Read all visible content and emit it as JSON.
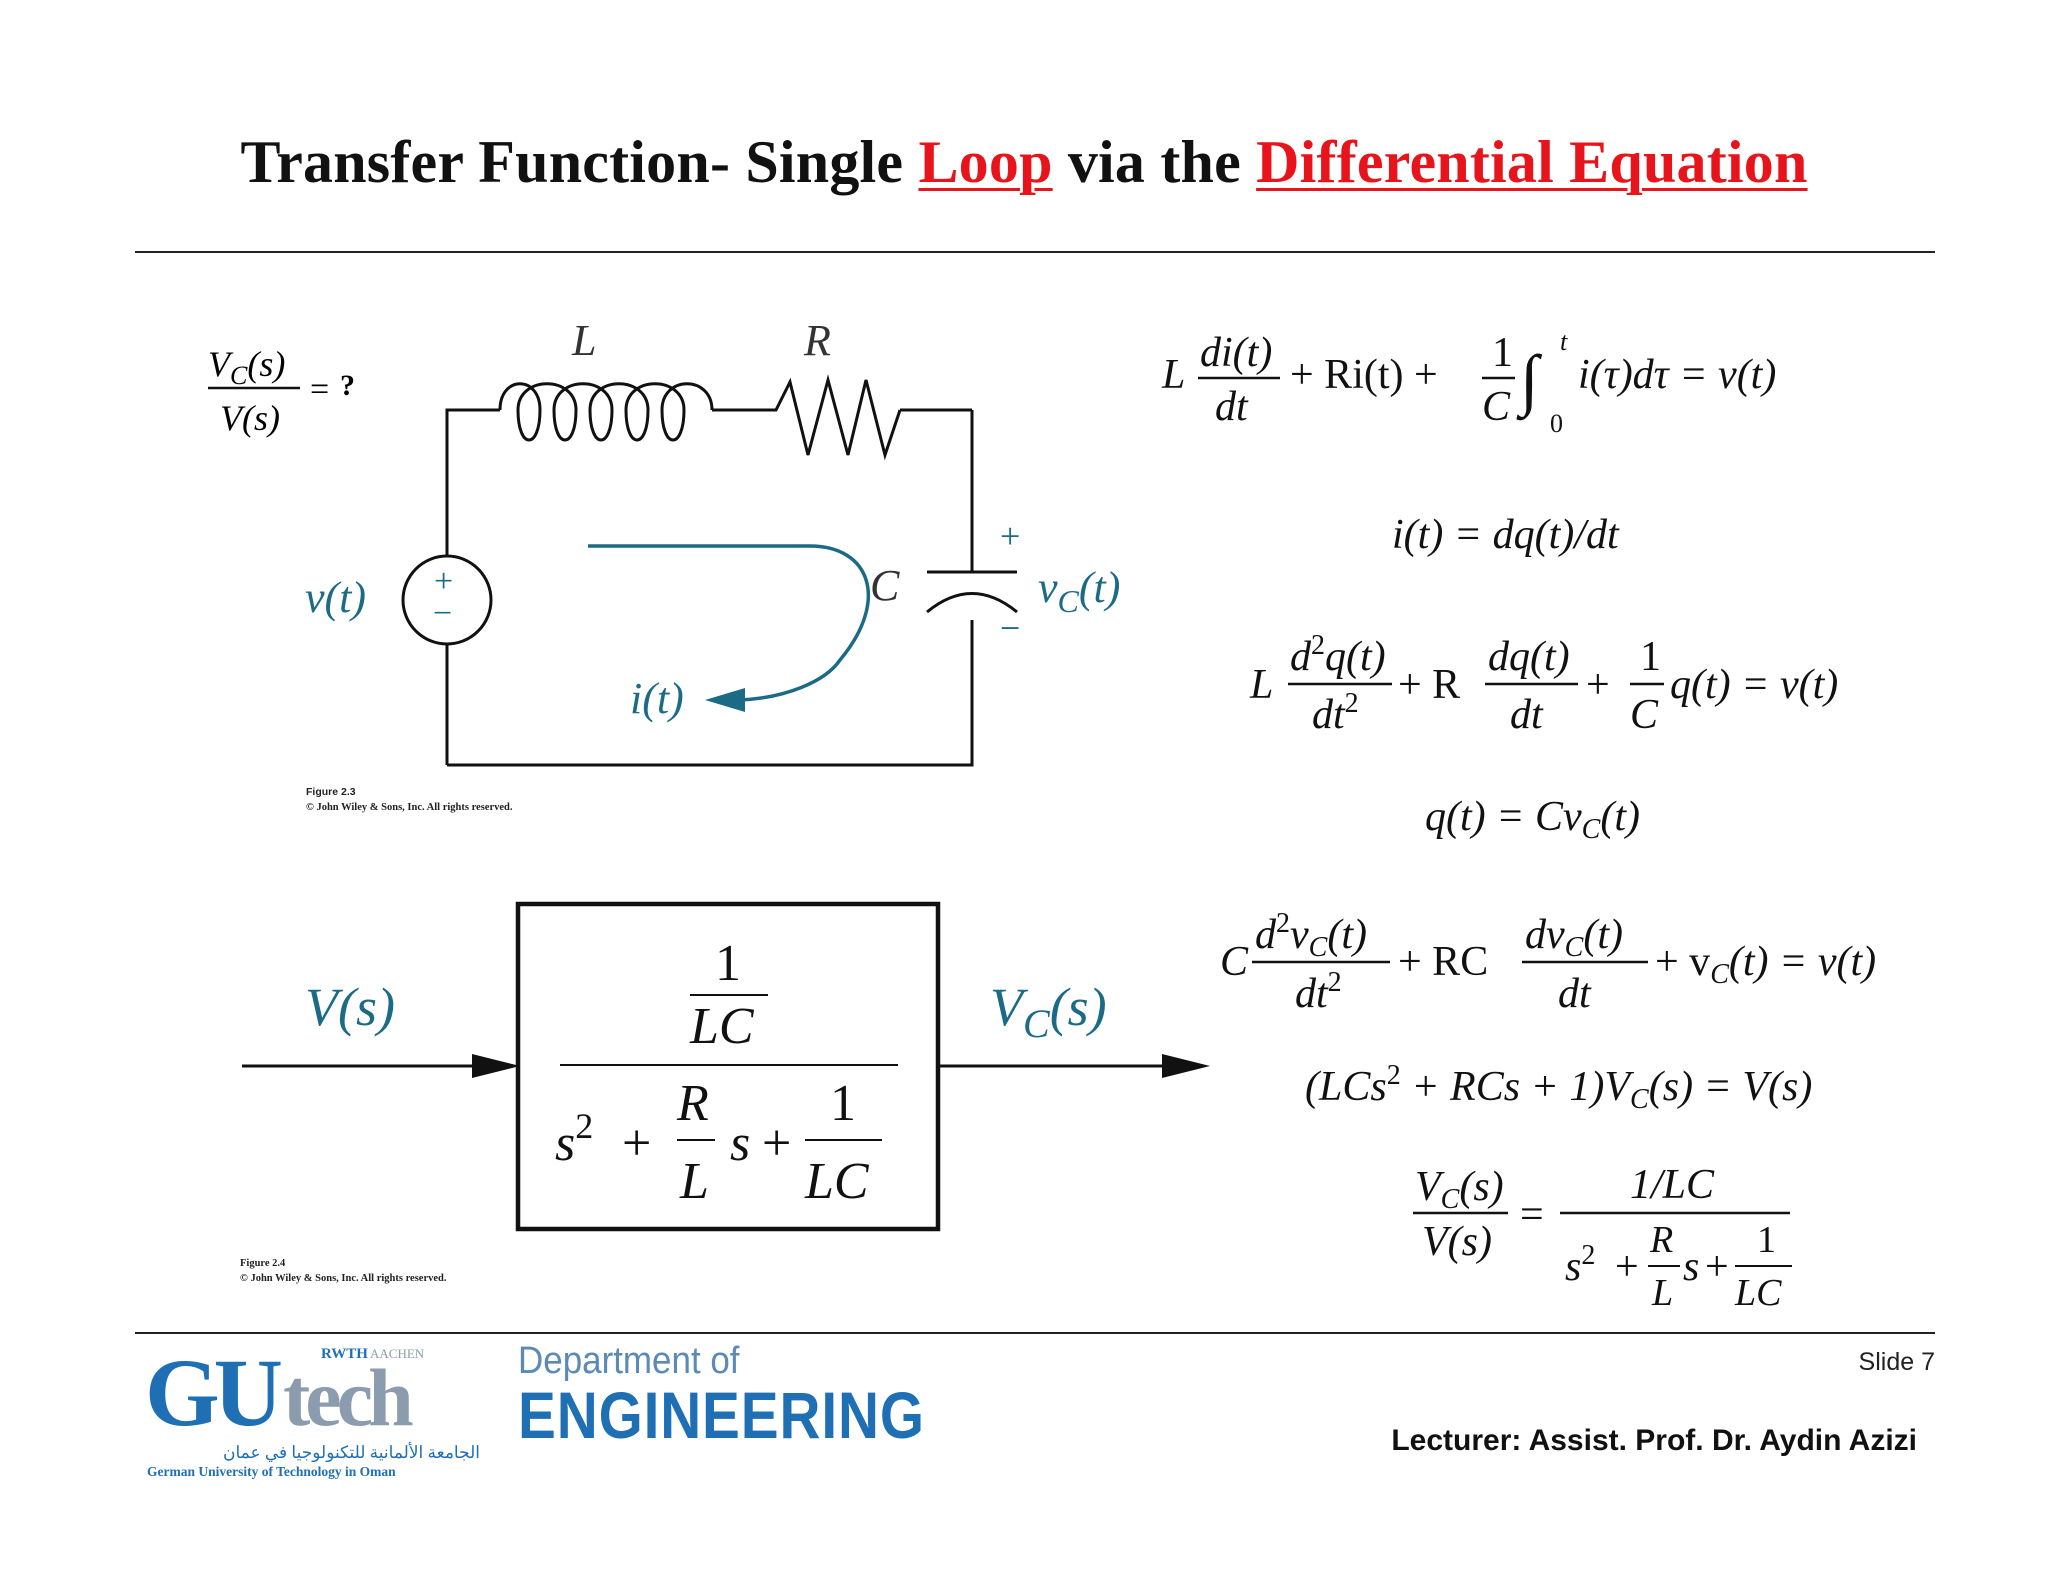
{
  "title": {
    "part1": "Transfer Function- Single ",
    "part2": "Loop",
    "part3": " via the ",
    "part4": "Differential Equation"
  },
  "colors": {
    "accent_red": "#e8141b",
    "diagram_teal": "#1c6b86",
    "dept_blue": "#1f6fb5"
  },
  "circuit": {
    "question_num": "V",
    "question_num_sub": "C",
    "question_num_arg": "(s)",
    "question_den": "V(s)",
    "question_eq": "=",
    "question_mark": "?",
    "label_L": "L",
    "label_R": "R",
    "label_C": "C",
    "source_label": "v(t)",
    "source_plus": "+",
    "source_minus": "−",
    "cap_plus": "+",
    "cap_minus": "−",
    "vc_label_v": "v",
    "vc_label_sub": "C",
    "vc_label_arg": "(t)",
    "current_label": "i(t)",
    "figure_caption": "Figure 2.3",
    "figure_copyright": "© John Wiley & Sons, Inc. All rights reserved."
  },
  "block_diagram": {
    "input_label": "V(s)",
    "output_label_v": "V",
    "output_label_sub": "C",
    "output_label_arg": "(s)",
    "num_top": "1",
    "num_bottom": "LC",
    "den_s2": "s",
    "den_s2_exp": "2",
    "den_plus1": "+",
    "den_R": "R",
    "den_L": "L",
    "den_s": "s",
    "den_plus2": "+",
    "den_one": "1",
    "den_LC": "LC",
    "figure_caption": "Figure 2.4",
    "figure_copyright": "© John Wiley & Sons, Inc. All rights reserved."
  },
  "equations": {
    "eq1": {
      "L": "L",
      "num": "di(t)",
      "den": "dt",
      "mid": "+ Ri(t) +",
      "frac_num": "1",
      "frac_den": "C",
      "int": "∫",
      "upper": "t",
      "lower": "0",
      "tail": "i(τ)dτ = v(t)"
    },
    "eq2": "i(t) = dq(t)/dt",
    "eq3": {
      "L": "L",
      "num1": "d",
      "num1_exp": "2",
      "num1_rest": "q(t)",
      "den1": "dt",
      "den1_exp": "2",
      "plusR": "+ R",
      "num2": "dq(t)",
      "den2": "dt",
      "plus": "+",
      "frac_num": "1",
      "frac_den": "C",
      "tail": "q(t) = v(t)"
    },
    "eq4": {
      "lhs": "q(t) = Cv",
      "sub": "C",
      "rhs": "(t)"
    },
    "eq5": {
      "C": "C",
      "num1": "d",
      "num1_exp": "2",
      "num1_v": "v",
      "num1_sub": "C",
      "num1_rest": "(t)",
      "den1": "dt",
      "den1_exp": "2",
      "plusRC": "+ RC",
      "num2_d": "dv",
      "num2_sub": "C",
      "num2_rest": "(t)",
      "den2": "dt",
      "tail1": "+ v",
      "tail_sub": "C",
      "tail2": "(t) = v(t)"
    },
    "eq6": {
      "lhs": "(LCs",
      "exp": "2",
      "mid": " + RCs + 1)V",
      "sub": "C",
      "rhs": "(s) = V(s)"
    },
    "eq7": {
      "num_v": "V",
      "num_sub": "C",
      "num_arg": "(s)",
      "den": "V(s)",
      "eq": "=",
      "rnum": "1/LC",
      "rden_s": "s",
      "rden_exp": "2",
      "rden_plus1": "+",
      "rden_R": "R",
      "rden_L": "L",
      "rden_s2": "s",
      "rden_plus2": "+",
      "rden_one": "1",
      "rden_LC": "LC"
    }
  },
  "footer": {
    "slide": "Slide 7",
    "lecturer": "Lecturer: Assist. Prof. Dr. Aydin Azizi",
    "logo_gu": "GU",
    "logo_tech": "tech",
    "logo_rwth": "RWTH",
    "logo_aachen": "AACHEN",
    "logo_arabic": "الجامعة الألمانية للتكنولوجيا في عمان",
    "logo_english": "German University of Technology in Oman",
    "dept_of": "Department of",
    "dept_name": "ENGINEERING"
  }
}
